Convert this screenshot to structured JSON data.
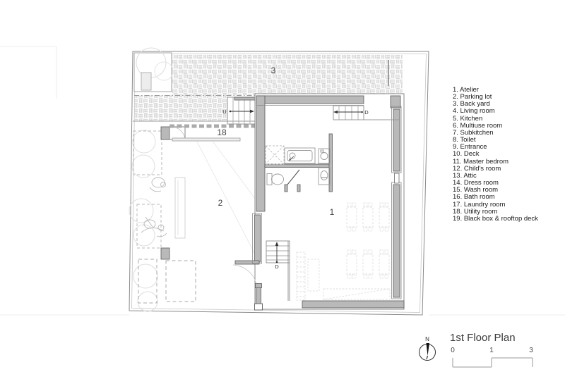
{
  "plan": {
    "area_labels": {
      "back_yard": "3",
      "utility": "18",
      "parking": "2",
      "atelier": "1"
    },
    "stair_labels": {
      "up": "U",
      "down_upper": "D",
      "down_lower": "D"
    }
  },
  "legend": {
    "items": [
      {
        "number": "1",
        "name": "Atelier"
      },
      {
        "number": "2",
        "name": "Parking lot"
      },
      {
        "number": "3",
        "name": "Back yard"
      },
      {
        "number": "4",
        "name": "Living room"
      },
      {
        "number": "5",
        "name": "Kitchen"
      },
      {
        "number": "6",
        "name": "Multiuse room"
      },
      {
        "number": "7",
        "name": "Subkitchen"
      },
      {
        "number": "8",
        "name": "Toilet"
      },
      {
        "number": "9",
        "name": "Entrance"
      },
      {
        "number": "10",
        "name": "Deck"
      },
      {
        "number": "11",
        "name": "Master bedrom"
      },
      {
        "number": "12",
        "name": "Child's room"
      },
      {
        "number": "13",
        "name": "Attic"
      },
      {
        "number": "14",
        "name": "Dress room"
      },
      {
        "number": "15",
        "name": "Wash room"
      },
      {
        "number": "16",
        "name": "Bath room"
      },
      {
        "number": "17",
        "name": "Laundry room"
      },
      {
        "number": "18",
        "name": "Utility room"
      },
      {
        "number": "19",
        "name": "Black box & rooftop deck"
      }
    ]
  },
  "titleblock": {
    "title": "1st Floor Plan",
    "north_label": "N",
    "scale_ticks": [
      "0",
      "1",
      "3"
    ]
  },
  "colors": {
    "wall_fill": "#b9b9b9",
    "wall_line": "#5a5a5a",
    "boundary": "#8a8a8a",
    "hatch": "#d8d8d8",
    "faint": "#e2e2e2",
    "label": "#3f3f3f"
  }
}
